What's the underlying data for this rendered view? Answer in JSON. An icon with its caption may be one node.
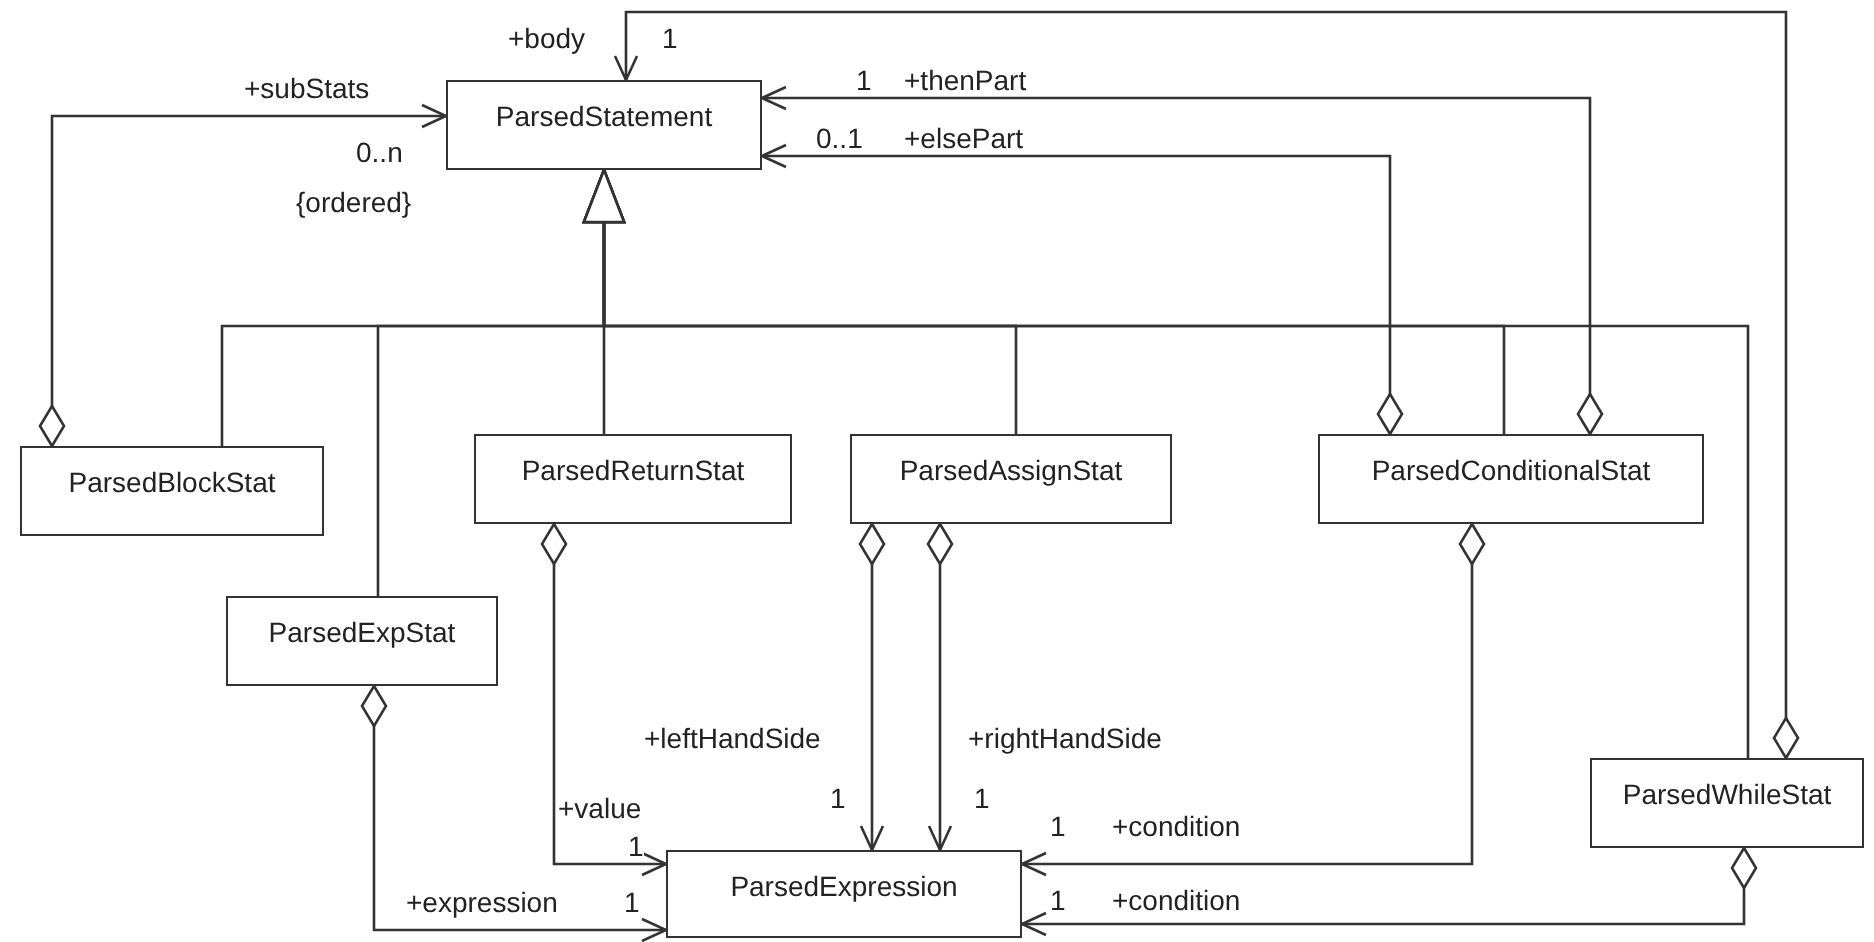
{
  "diagram": {
    "nodes": [
      {
        "text": [
          "ParsedStatement"
        ]
      },
      {
        "text": [
          "ParsedBlockStat"
        ]
      },
      {
        "text": [
          "ParsedReturnStat"
        ]
      },
      {
        "text": [
          "ParsedAssignStat"
        ]
      },
      {
        "text": [
          "ParsedConditionalStat"
        ]
      },
      {
        "text": [
          "ParsedExpStat"
        ]
      },
      {
        "text": [
          "ParsedWhileStat"
        ]
      },
      {
        "text": [
          "ParsedExpression"
        ]
      }
    ],
    "edges": [
      {
        "from": 1,
        "to": 0,
        "arrow": "to",
        "label": "+subStats"
      },
      {
        "from": 6,
        "to": 0,
        "arrow": "to",
        "label": "+body"
      },
      {
        "from": 4,
        "to": 0,
        "arrow": "to",
        "label": "+thenPart"
      },
      {
        "from": 4,
        "to": 0,
        "arrow": "to",
        "label": "+elsePart"
      },
      {
        "from": 2,
        "to": 7,
        "arrow": "to",
        "label": "+value"
      },
      {
        "from": 3,
        "to": 7,
        "arrow": "to",
        "label": "+leftHandSide"
      },
      {
        "from": 3,
        "to": 7,
        "arrow": "to",
        "label": "+rightHandSide"
      },
      {
        "from": 4,
        "to": 7,
        "arrow": "to",
        "label": "+condition"
      },
      {
        "from": 5,
        "to": 7,
        "arrow": "to",
        "label": "+expression"
      },
      {
        "from": 6,
        "to": 7,
        "arrow": "to",
        "label": "+condition"
      },
      {
        "from": 1,
        "to": 0,
        "arrow": "to"
      },
      {
        "from": 5,
        "to": 0,
        "arrow": "to"
      },
      {
        "from": 2,
        "to": 0,
        "arrow": "to"
      },
      {
        "from": 3,
        "to": 0,
        "arrow": "to"
      },
      {
        "from": 4,
        "to": 0,
        "arrow": "to"
      },
      {
        "from": 6,
        "to": 0,
        "arrow": "to"
      }
    ],
    "labels": [
      "1",
      "1",
      "0..1",
      "0..n",
      "{ordered}",
      "1",
      "1",
      "1",
      "1",
      "1",
      "1"
    ]
  }
}
